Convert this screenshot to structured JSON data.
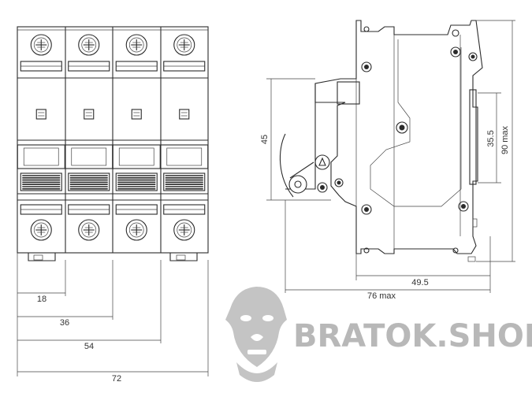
{
  "front_view": {
    "poles": 4,
    "dimensions": {
      "d18": "18",
      "d36": "36",
      "d54": "54",
      "d72": "72"
    }
  },
  "side_view": {
    "dimensions": {
      "d45": "45",
      "d35_5": "35.5",
      "d90max": "90 max",
      "d49_5": "49.5",
      "d76max": "76 max"
    }
  },
  "watermark": {
    "text": "BRATOK.SHOP",
    "mascot": "gorilla-icon"
  }
}
